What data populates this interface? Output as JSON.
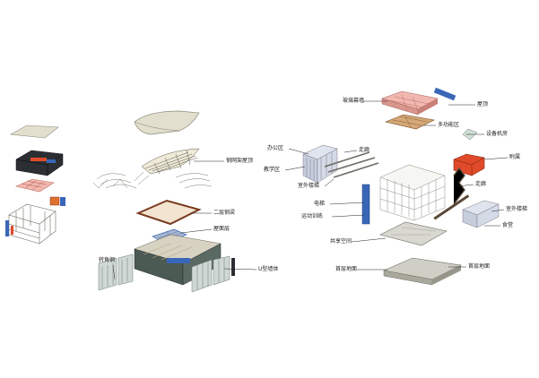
{
  "diagram": {
    "colors": {
      "roof": "#d9d6c8",
      "steel": "#8a8a78",
      "dark": "#2b2f33",
      "red": "#e04a2a",
      "blue": "#3a66b8",
      "pink": "#f2b8b0",
      "green": "#4b7a5a",
      "slab": "#bdbdb3",
      "line": "#222222"
    },
    "labels": {
      "steel_grid_roof": "钢网架屋顶",
      "secondary_steel_beam": "二层钢梁",
      "stage_floor": "屋面层",
      "corner_steel": "转角钢",
      "u_shaped_wall": "U型墙体",
      "glass_facade": "玻璃幕墙",
      "roof_top": "屋顶",
      "equipment_room": "设备机房",
      "multi_function_room": "多功能区",
      "office_area": "办公区",
      "corridor_1": "走廊",
      "teaching_area": "教学区",
      "outdoor_stair_1": "室外楼梯",
      "corridor_2": "走廊",
      "auxiliary_building": "附属",
      "elevator": "电梯",
      "outdoor_stair_2": "室外楼梯",
      "sports_area": "运动训练",
      "public_space": "共享空间",
      "canteen": "食堂",
      "ground_slab": "首层地面"
    }
  }
}
